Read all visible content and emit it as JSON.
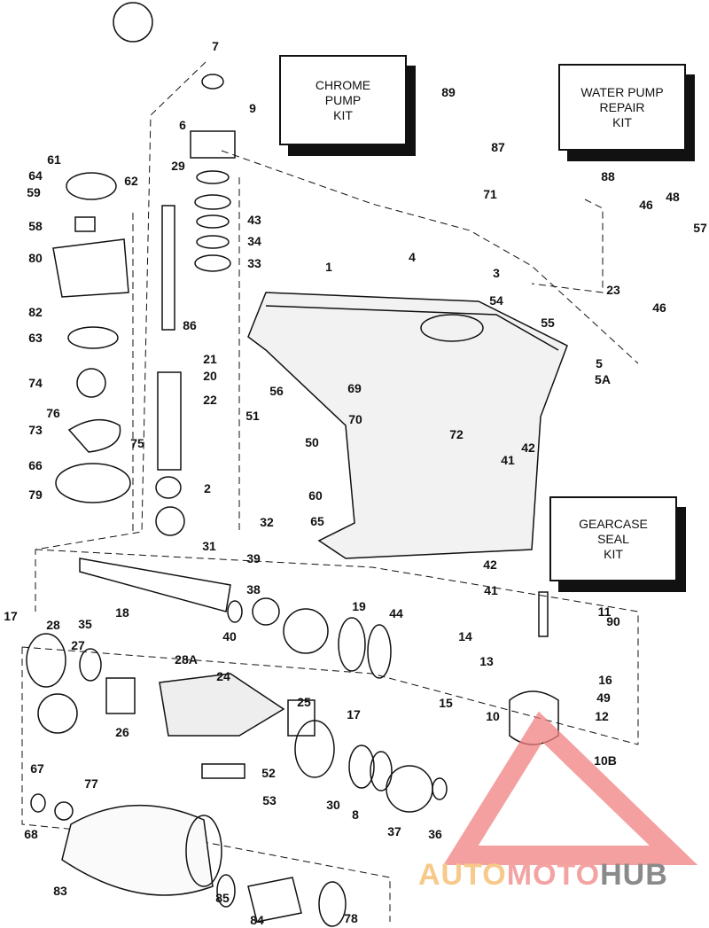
{
  "kits": [
    {
      "lines": [
        "CHROME",
        "PUMP",
        "KIT"
      ],
      "number": "89"
    },
    {
      "lines": [
        "WATER PUMP",
        "REPAIR",
        "KIT"
      ],
      "number": "88"
    },
    {
      "lines": [
        "GEARCASE",
        "SEAL",
        "KIT"
      ],
      "number": "90"
    }
  ],
  "part_labels": [
    "7",
    "9",
    "6",
    "29",
    "43",
    "34",
    "33",
    "86",
    "21",
    "20",
    "22",
    "2",
    "32",
    "31",
    "61",
    "64",
    "59",
    "62",
    "58",
    "80",
    "82",
    "63",
    "74",
    "76",
    "73",
    "75",
    "66",
    "79",
    "1",
    "4",
    "3",
    "54",
    "55",
    "5",
    "5A",
    "46",
    "48",
    "57",
    "23",
    "46",
    "71",
    "87",
    "56",
    "69",
    "70",
    "51",
    "50",
    "72",
    "42",
    "41",
    "60",
    "65",
    "42",
    "41",
    "11",
    "39",
    "38",
    "18",
    "40",
    "19",
    "44",
    "14",
    "13",
    "16",
    "49",
    "12",
    "10",
    "10B",
    "15",
    "17",
    "28",
    "35",
    "28A",
    "27",
    "24",
    "26",
    "25",
    "17",
    "52",
    "53",
    "30",
    "8",
    "37",
    "36",
    "67",
    "77",
    "68",
    "83",
    "85",
    "84",
    "78"
  ],
  "watermark": {
    "part1": "AUTO",
    "part2": "MOTO",
    "part3": "HUB",
    "colors": {
      "auto": "#f7c98a",
      "moto": "#f4a3a3",
      "hub": "#8a8a8a",
      "triangle": "#f08080"
    }
  }
}
